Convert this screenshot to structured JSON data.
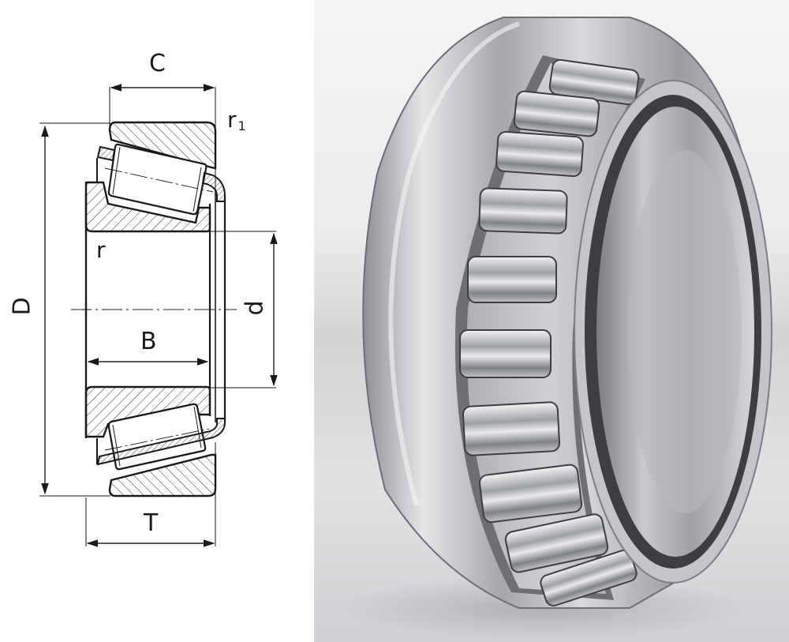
{
  "figure": {
    "subject": "Tapered roller bearing",
    "diagram": {
      "labels": {
        "outer_ring_width": "C",
        "outer_corner_radius": "r",
        "outer_corner_radius_sub": "1",
        "inner_corner_radius": "r",
        "outer_diameter": "D",
        "bore_diameter": "d",
        "inner_ring_width": "B",
        "total_width": "T"
      },
      "colors": {
        "line": "#1a1a1a",
        "hatch": "#333333",
        "background": "#ffffff"
      }
    },
    "photo": {
      "description": "Photograph of a single-row tapered roller bearing standing upright on a brushed metal surface",
      "colors": {
        "steel_light": "#e6e6e8",
        "steel_mid": "#b8b9bd",
        "steel_dark": "#6d6f74",
        "background": "#ececee"
      }
    }
  }
}
